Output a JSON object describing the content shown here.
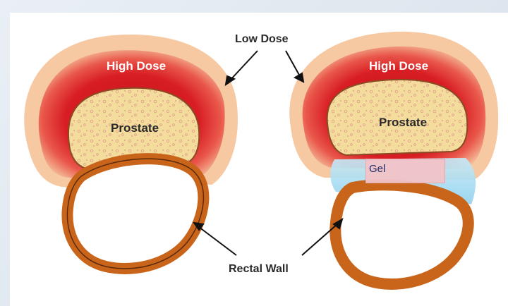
{
  "labels": {
    "low_dose": "Low Dose",
    "high_dose_left": "High Dose",
    "high_dose_right": "High Dose",
    "prostate_left": "Prostate",
    "prostate_right": "Prostate",
    "gel": "Gel",
    "rectal_wall": "Rectal Wall"
  },
  "colors": {
    "low_dose": "#f6c9a3",
    "high_dose": "#d81d24",
    "prostate": "#f3dc9c",
    "rectal_wall": "#c8651b",
    "gel": "#a9dcf0",
    "gel_label_box": "#f2c4c9"
  }
}
